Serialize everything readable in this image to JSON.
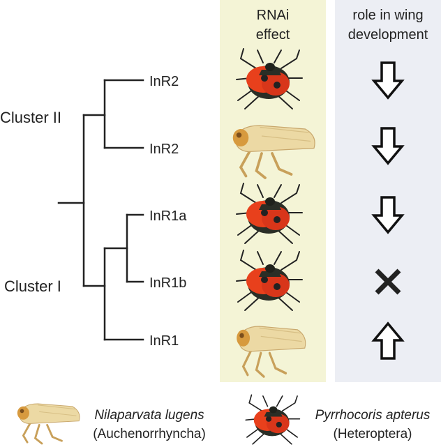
{
  "columns": {
    "rnai": {
      "line1": "RNAi",
      "line2": "effect"
    },
    "role": {
      "line1": "role in wing",
      "line2": "development"
    }
  },
  "clusters": {
    "cluster2": "Cluster II",
    "cluster1": "Cluster I"
  },
  "rows": [
    {
      "gene": "InR2",
      "species": "Pyrrhocoris apterus",
      "effect": "down-arrow"
    },
    {
      "gene": "InR2",
      "species": "Nilaparvata lugens",
      "effect": "down-arrow"
    },
    {
      "gene": "InR1a",
      "species": "Pyrrhocoris apterus",
      "effect": "down-arrow"
    },
    {
      "gene": "InR1b",
      "species": "Pyrrhocoris apterus",
      "effect": "cross"
    },
    {
      "gene": "InR1",
      "species": "Nilaparvata lugens",
      "effect": "up-arrow"
    }
  ],
  "legend": {
    "planthopper": {
      "species": "Nilaparvata lugens",
      "group": "(Auchenorrhyncha)"
    },
    "firebug": {
      "species": "Pyrrhocoris apterus",
      "group": "(Heteroptera)"
    }
  },
  "colors": {
    "rnai_panel": "#f4f4d6",
    "role_panel": "#eceef4",
    "firebug_red": "#e8401c",
    "firebug_dark": "#2a2e26",
    "planthopper": "#e8d29a"
  }
}
